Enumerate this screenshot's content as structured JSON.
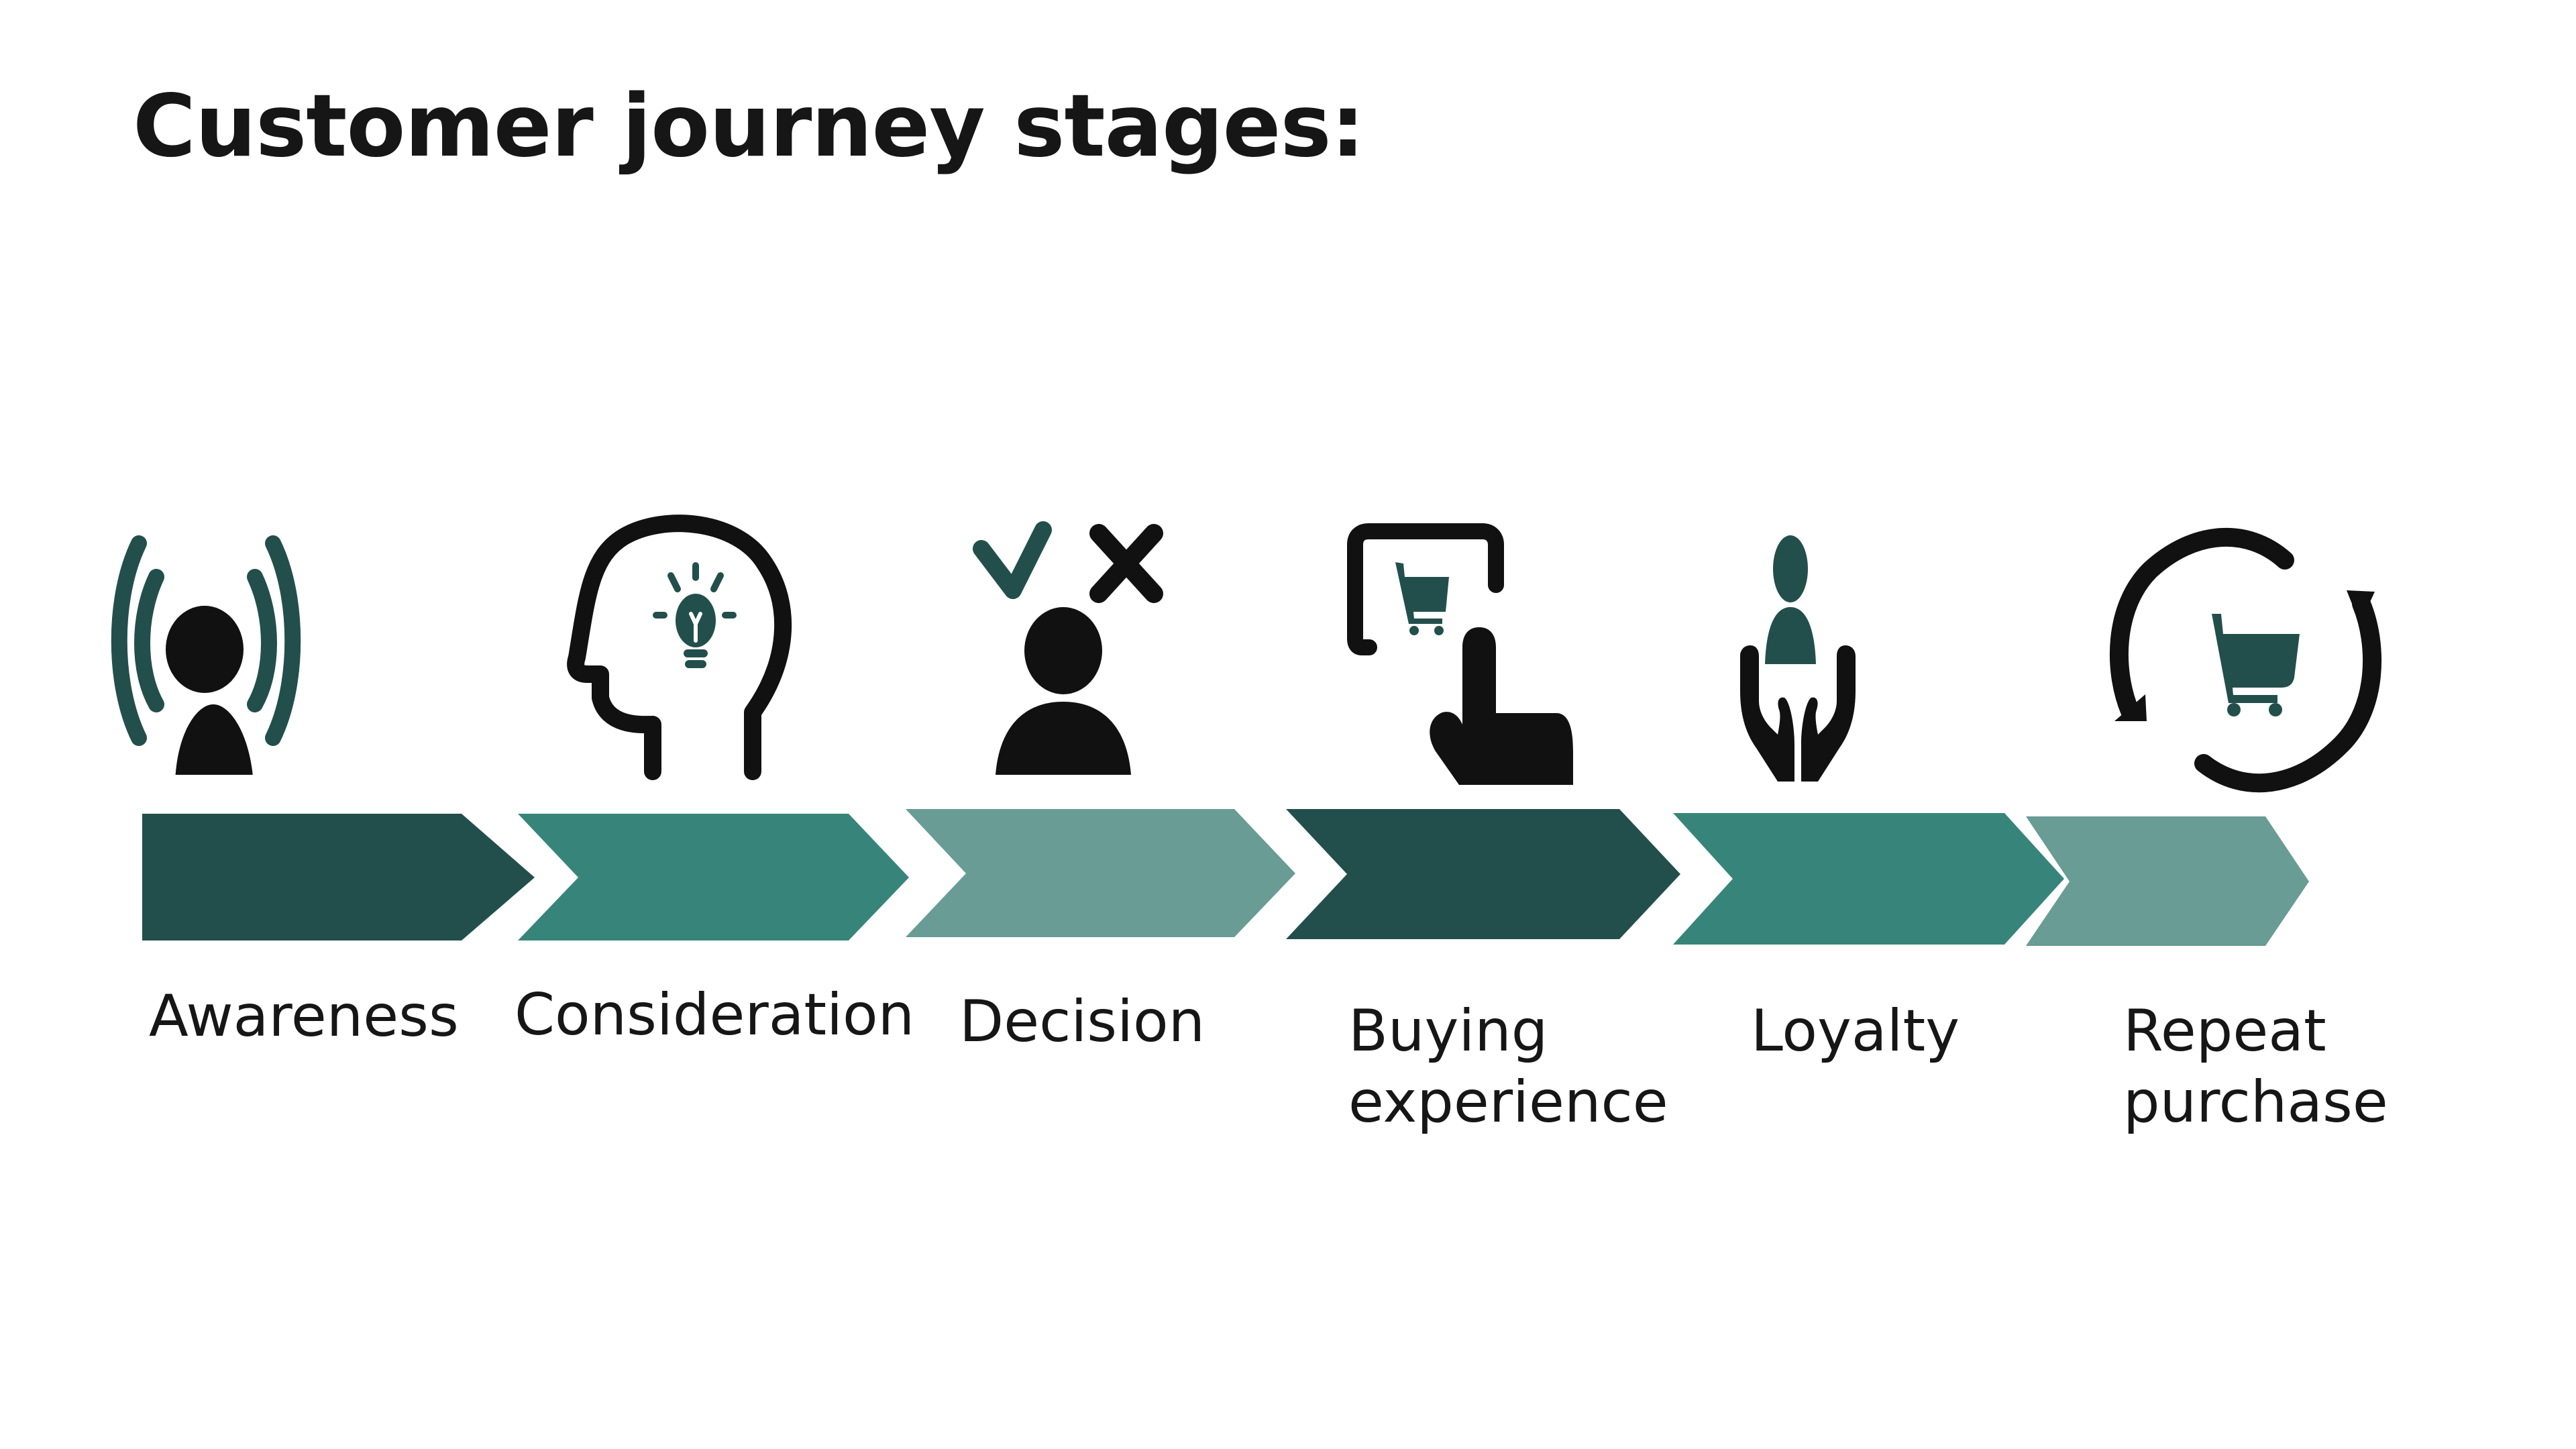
{
  "title": "Customer journey stages:",
  "colors": {
    "dark": "#224f4c",
    "medium": "#37857a",
    "light": "#689c94",
    "icon_black": "#111111"
  },
  "stages": [
    {
      "label": "Awareness",
      "icon": "person-broadcast-icon",
      "color": "dark"
    },
    {
      "label": "Consideration",
      "icon": "head-lightbulb-icon",
      "color": "medium"
    },
    {
      "label": "Decision",
      "icon": "person-check-x-icon",
      "color": "light"
    },
    {
      "label": "Buying\nexperience",
      "icon": "phone-cart-tap-icon",
      "color": "dark"
    },
    {
      "label": "Loyalty",
      "icon": "hands-person-icon",
      "color": "medium"
    },
    {
      "label": "Repeat\npurchase",
      "icon": "cart-cycle-icon",
      "color": "light"
    }
  ]
}
